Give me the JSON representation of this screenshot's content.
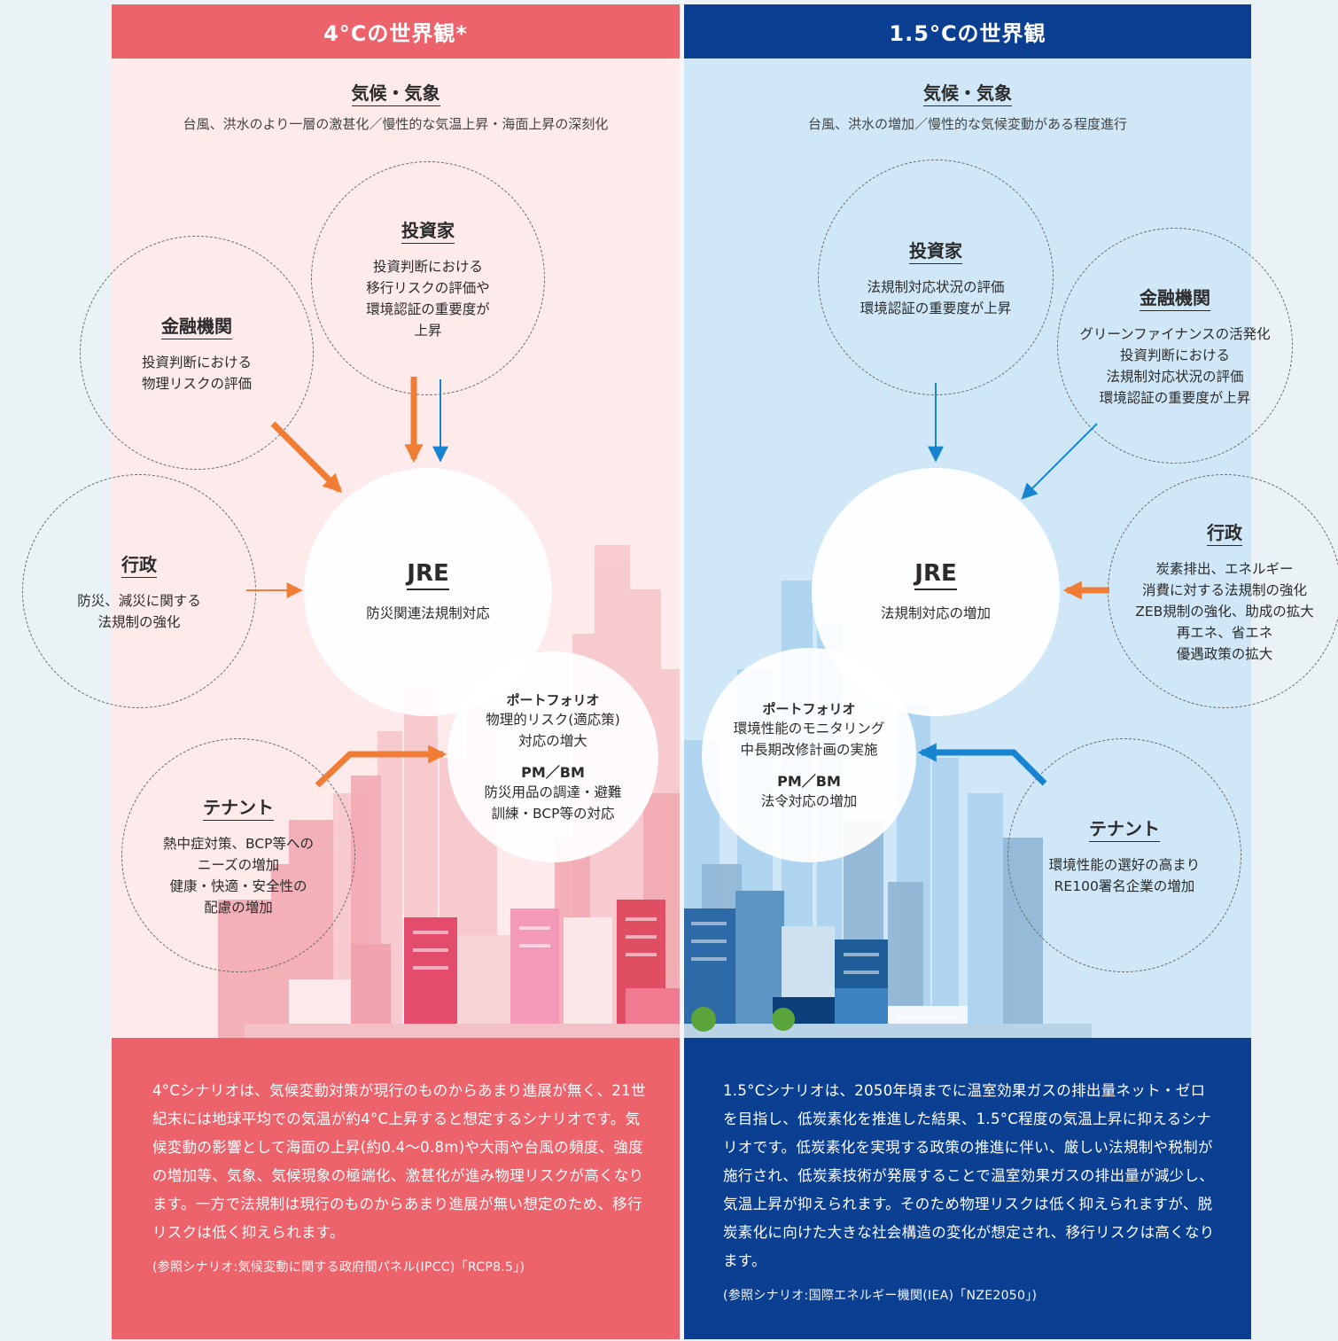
{
  "left": {
    "title": "4°Cの世界観*",
    "climate": {
      "title": "気候・気象",
      "desc": "台風、洪水のより一層の激甚化／慢性的な気温上昇・海面上昇の深刻化"
    },
    "investor": {
      "title": "投資家",
      "body": "投資判断における\n移行リスクの評価や\n環境認証の重要度が\n上昇"
    },
    "finance": {
      "title": "金融機関",
      "body": "投資判断における\n物理リスクの評価"
    },
    "gov": {
      "title": "行政",
      "body": "防災、減災に関する\n法規制の強化"
    },
    "tenant": {
      "title": "テナント",
      "body": "熱中症対策、BCP等への\nニーズの増加\n健康・快適・安全性の\n配慮の増加"
    },
    "jre": {
      "title": "JRE",
      "body": "防災関連法規制対応"
    },
    "portfolio": {
      "head": "ポートフォリオ",
      "body": "物理的リスク(適応策)\n対応の増大",
      "pm_head": "PM／BM",
      "pm_body": "防災用品の調達・避難\n訓練・BCP等の対応"
    },
    "description": "4°Cシナリオは、気候変動対策が現行のものからあまり進展が無く、21世紀末には地球平均での気温が約4°C上昇すると想定するシナリオです。気候変動の影響として海面の上昇(約0.4～0.8m)や大雨や台風の頻度、強度の増加等、気象、気候現象の極端化、激甚化が進み物理リスクが高くなります。一方で法規制は現行のものからあまり進展が無い想定のため、移行リスクは低く抑えられます。",
    "reference": "(参照シナリオ:気候変動に関する政府間パネル(IPCC)「RCP8.5」)"
  },
  "right": {
    "title": "1.5°Cの世界観",
    "climate": {
      "title": "気候・気象",
      "desc": "台風、洪水の増加／慢性的な気候変動がある程度進行"
    },
    "investor": {
      "title": "投資家",
      "body": "法規制対応状況の評価\n環境認証の重要度が上昇"
    },
    "finance": {
      "title": "金融機関",
      "body": "グリーンファイナンスの活発化\n投資判断における\n法規制対応状況の評価\n環境認証の重要度が上昇"
    },
    "gov": {
      "title": "行政",
      "body": "炭素排出、エネルギー\n消費に対する法規制の強化\nZEB規制の強化、助成の拡大\n再エネ、省エネ\n優遇政策の拡大"
    },
    "tenant": {
      "title": "テナント",
      "body": "環境性能の選好の高まり\nRE100署名企業の増加"
    },
    "jre": {
      "title": "JRE",
      "body": "法規制対応の増加"
    },
    "portfolio": {
      "head": "ポートフォリオ",
      "body": "環境性能のモニタリング\n中長期改修計画の実施",
      "pm_head": "PM／BM",
      "pm_body": "法令対応の増加"
    },
    "description": "1.5°Cシナリオは、2050年頃までに温室効果ガスの排出量ネット・ゼロを目指し、低炭素化を推進した結果、1.5°C程度の気温上昇に抑えるシナリオです。低炭素化を実現する政策の推進に伴い、厳しい法規制や税制が施行され、低炭素技術が発展することで温室効果ガスの排出量が減少し、気温上昇が抑えられます。そのため物理リスクは低く抑えられますが、脱炭素化に向けた大きな社会構造の変化が想定され、移行リスクは高くなります。",
    "reference": "(参照シナリオ:国際エネルギー機関(IEA)「NZE2050」)"
  },
  "colors": {
    "left_accent": "#ec636c",
    "right_accent": "#0b3f92",
    "orange_arrow": "#ef7d35",
    "blue_arrow": "#1684d0"
  }
}
